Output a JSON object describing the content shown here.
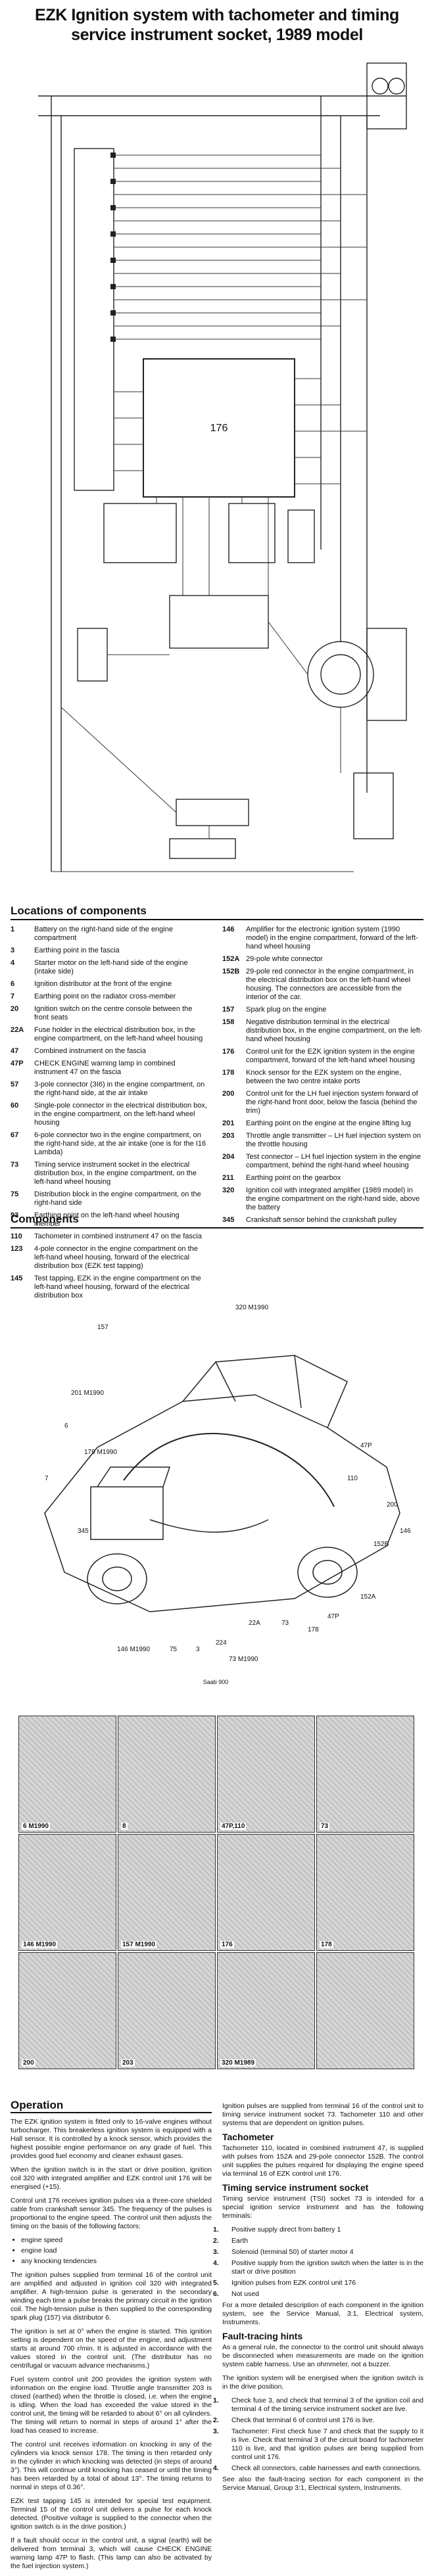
{
  "title": {
    "line1": "EZK Ignition system with tachometer and timing",
    "line2": "service instrument socket, 1989 model"
  },
  "diagram": {
    "box_label": "176"
  },
  "locations": {
    "heading": "Locations of components",
    "left": [
      {
        "id": "1",
        "text": "Battery on the right-hand side of the engine compartment"
      },
      {
        "id": "3",
        "text": "Earthing point in the fascia"
      },
      {
        "id": "4",
        "text": "Starter motor on the left-hand side of the engine (intake side)"
      },
      {
        "id": "6",
        "text": "Ignition distributor at the front of the engine"
      },
      {
        "id": "7",
        "text": "Earthing point on the radiator cross-member"
      },
      {
        "id": "20",
        "text": "Ignition switch on the centre console between the front seats"
      },
      {
        "id": "22A",
        "text": "Fuse holder in the electrical distribution box, in the engine compartment, on the left-hand wheel housing"
      },
      {
        "id": "47",
        "text": "Combined instrument on the fascia"
      },
      {
        "id": "47P",
        "text": "CHECK ENGINE warning lamp in combined instrument 47 on the fascia"
      },
      {
        "id": "57",
        "text": "3-pole connector (3I6) in the engine compartment, on the right-hand side, at the air intake"
      },
      {
        "id": "60",
        "text": "Single-pole connector in the electrical distribution box, in the engine compartment, on the left-hand wheel housing"
      },
      {
        "id": "67",
        "text": "6-pole connector two in the engine compartment, on the right-hand side, at the air intake (one is for the I16 Lambda)"
      },
      {
        "id": "73",
        "text": "Timing service instrument socket in the electrical distribution box, in the engine compartment, on the left-hand wheel housing"
      },
      {
        "id": "75",
        "text": "Distribution block in the engine compartment, on the right-hand side"
      },
      {
        "id": "93",
        "text": "Earthing point on the left-hand wheel housing member"
      },
      {
        "id": "110",
        "text": "Tachometer in combined instrument 47 on the fascia"
      },
      {
        "id": "123",
        "text": "4-pole connector in the engine compartment on the left-hand wheel housing, forward of the electrical distribution box (EZK test tapping)"
      },
      {
        "id": "145",
        "text": "Test tapping, EZK in the engine compartment on the left-hand wheel housing, forward of the electrical distribution box"
      }
    ],
    "right": [
      {
        "id": "146",
        "text": "Amplifier for the electronic ignition system (1990 model) in the engine compartment, forward of the left-hand wheel housing"
      },
      {
        "id": "152A",
        "text": "29-pole white connector"
      },
      {
        "id": "152B",
        "text": "29-pole red connector in the engine compartment, in the electrical distribution box on the left-hand wheel housing. The connectors are accessible from the interior of the car."
      },
      {
        "id": "157",
        "text": "Spark plug on the engine"
      },
      {
        "id": "158",
        "text": "Negative distribution terminal in the electrical distribution box, in the engine compartment, on the left-hand wheel housing"
      },
      {
        "id": "176",
        "text": "Control unit for the EZK ignition system in the engine compartment, forward of the left-hand wheel housing"
      },
      {
        "id": "178",
        "text": "Knock sensor for the EZK system on the engine, between the two centre intake ports"
      },
      {
        "id": "200",
        "text": "Control unit for the LH fuel injection system forward of the right-hand front door, below the fascia (behind the trim)"
      },
      {
        "id": "201",
        "text": "Earthing point on the engine at the engine lifting lug"
      },
      {
        "id": "203",
        "text": "Throttle angle transmitter – LH fuel injection system on the throttle housing"
      },
      {
        "id": "204",
        "text": "Test connector – LH fuel injection system in the engine compartment, behind the right-hand wheel housing"
      },
      {
        "id": "211",
        "text": "Earthing point on the gearbox"
      },
      {
        "id": "320",
        "text": "Ignition coil with integrated amplifier (1989 model) in the engine compartment on the right-hand side, above the battery"
      },
      {
        "id": "345",
        "text": "Crankshaft sensor behind the crankshaft pulley"
      }
    ]
  },
  "components": {
    "heading": "Components",
    "car_labels": [
      "157",
      "320 M1990",
      "6",
      "179 M1990",
      "7",
      "345",
      "146 M1990",
      "75",
      "3",
      "224",
      "73 M1990",
      "22A",
      "73",
      "178",
      "47P",
      "152A",
      "152B",
      "200",
      "110",
      "47P",
      "201 M1990",
      "146"
    ],
    "footer": "Saab 900",
    "photos": [
      {
        "label": "6 M1990"
      },
      {
        "label": "8"
      },
      {
        "label": "47P,110"
      },
      {
        "label": "73"
      },
      {
        "label": "146 M1990"
      },
      {
        "label": "157 M1990"
      },
      {
        "label": "176"
      },
      {
        "label": "178"
      },
      {
        "label": "200"
      },
      {
        "label": "203"
      },
      {
        "label": "320 M1989"
      },
      {
        "label": ""
      }
    ]
  },
  "operation": {
    "heading": "Operation",
    "paragraphs": [
      "The EZK ignition system is fitted only to 16-valve engines without turbocharger. This breakerless ignition system is equipped with a Hall sensor. It is controlled by a knock sensor, which provides the highest possible engine performance on any grade of fuel. This provides good fuel economy and cleaner exhaust gases.",
      "When the ignition switch is in the start or drive position, ignition coil 320 with integrated amplifier and EZK control unit 176 will be energised (+15).",
      "Control unit 176 receives ignition pulses via a three-core shielded cable from crankshaft sensor 345. The frequency of the pulses is proportional to the engine speed. The control unit then adjusts the timing on the basis of the following factors:"
    ],
    "bullets": [
      "engine speed",
      "engine load",
      "any knocking tendencies"
    ],
    "paragraphs2": [
      "The ignition pulses supplied from terminal 16 of the control unit are amplified and adjusted in ignition coil 320 with integrated amplifier. A high-tension pulse is generated in the secondary winding each time a pulse breaks the primary circuit in the ignition coil. The high-tension pulse is then supplied to the corresponding spark plug (157) via distributor 6.",
      "The ignition is set at 0° when the engine is started. This ignition setting is dependent on the speed of the engine, and adjustment starts at around 700 r/min. It is adjusted in accordance with the values stored in the control unit. (The distributor has no centrifugal or vacuum advance mechanisms.)",
      "Fuel system control unit 200 provides the ignition system with information on the engine load. Throttle angle transmitter 203 is closed (earthed) when the throttle is closed, i.e. when the engine is idling. When the load has exceeded the value stored in the control unit, the timing will be retarded to about 6° on all cylinders. The timing will return to normal in steps of around 1° after the load has ceased to increase.",
      "The control unit receives information on knocking in any of the cylinders via knock sensor 178. The timing is then retarded only in the cylinder in which knocking was detected (in steps of around 3°). This will continue until knocking has ceased or until the timing has been retarded by a total of about 13°. The timing returns to normal in steps of 0.36°.",
      "EZK test tapping 145 is intended for special test equipment. Terminal 15 of the control unit delivers a pulse for each knock detected. (Positive voltage is supplied to the connector when the ignition switch is in the drive position.)",
      "If a fault should occur in the control unit, a signal (earth) will be delivered from terminal 3, which will cause CHECK ENGINE warning lamp 47P to flash. (This lamp can also be activated by the fuel injection system.)"
    ]
  },
  "right_text": {
    "intro": "Ignition pulses are supplied from terminal 16 of the control unit to timing service instrument socket 73. Tachometer 110 and other systems that are dependent on ignition pulses.",
    "tach_heading": "Tachometer",
    "tach_text": "Tachometer 110, located in combined instrument 47, is supplied with pulses from 152A and 29-pole connector 152B. The control unit supplies the pulses required for displaying the engine speed via terminal 16 of EZK control unit 176.",
    "timing_heading": "Timing service instrument socket",
    "timing_text": "Timing service instrument (TSI) socket 73 is intended for a special ignition service instrument and has the following terminals:",
    "timing_list": [
      {
        "n": "1.",
        "t": "Positive supply direct from battery 1"
      },
      {
        "n": "2.",
        "t": "Earth"
      },
      {
        "n": "3.",
        "t": "Solenoid (terminal 50) of starter motor 4"
      },
      {
        "n": "4.",
        "t": "Positive supply from the ignition switch when the latter is in the start or drive position"
      },
      {
        "n": "5.",
        "t": "Ignition pulses from EZK control unit 176"
      },
      {
        "n": "6.",
        "t": "Not used"
      }
    ],
    "timing_note": "For a more detailed description of each component in the ignition system, see the Service Manual, 3:1, Electrical system, Instruments.",
    "fault_heading": "Fault-tracing hints",
    "fault_text": "As a general rule, the connector to the control unit should always be disconnected when measurements are made on the ignition system cable harness. Use an ohmmeter, not a buzzer.",
    "fault_text2": "The ignition system will be energised when the ignition switch is in the drive position.",
    "fault_list": [
      {
        "n": "1.",
        "t": "Check fuse 3, and check that terminal 3 of the ignition coil and terminal 4 of the timing service instrument socket are live."
      },
      {
        "n": "2.",
        "t": "Check that terminal 6 of control unit 176 is live."
      },
      {
        "n": "3.",
        "t": "Tachometer: First check fuse 7 and check that the supply to it is live. Check that terminal 3 of the circuit board for tachometer 110 is live, and that ignition pulses are being supplied from control unit 176."
      },
      {
        "n": "4.",
        "t": "Check all connectors, cable harnesses and earth connections."
      }
    ],
    "fault_note": "See also the fault-tracing section for each component in the Service Manual, Group 3:1, Electrical system, Instruments."
  }
}
